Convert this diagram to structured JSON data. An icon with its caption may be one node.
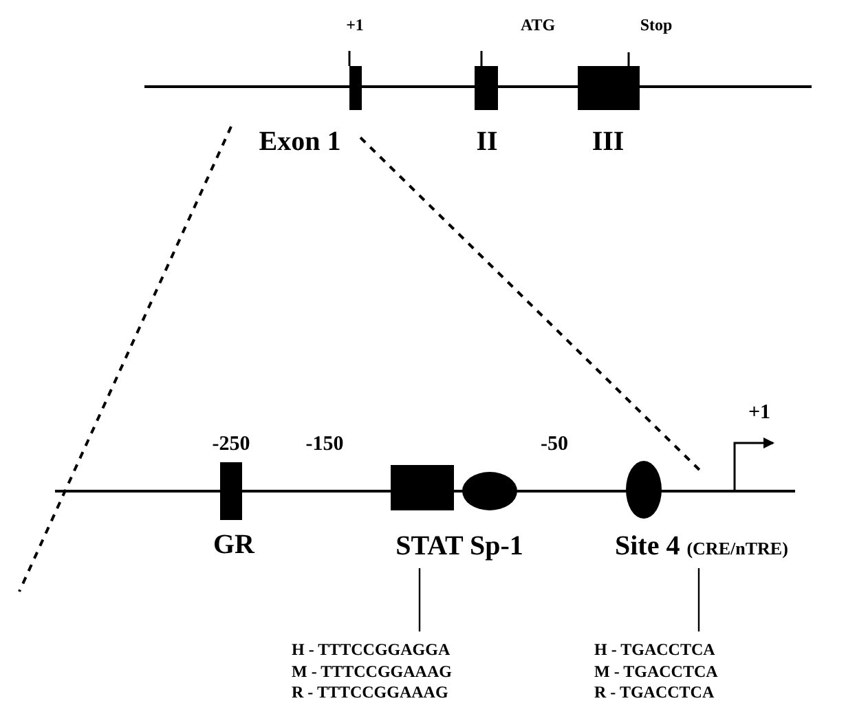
{
  "diagram": {
    "nodes": [
      {
        "text": [
          "STAT Sp-1"
        ]
      },
      {
        "text": [
          "H - TTTCCGGAGGA",
          "M - TTTCCGGAAAG",
          "R - TTTCCGGAAAG"
        ]
      },
      {
        "text": [
          "Site 4",
          "(CRE/nTRE)"
        ]
      },
      {
        "text": [
          "H - TGACCTCA",
          "M - TGACCTCA",
          "R - TGACCTCA"
        ]
      }
    ],
    "edges": [
      {
        "from": 0,
        "to": 1,
        "arrow": "none"
      },
      {
        "from": 2,
        "to": 3,
        "arrow": "none"
      }
    ],
    "labels": [
      "+1",
      "ATG",
      "Stop",
      "Exon 1",
      "II",
      "III",
      "-250",
      "-150",
      "-50",
      "+1",
      "GR"
    ]
  }
}
